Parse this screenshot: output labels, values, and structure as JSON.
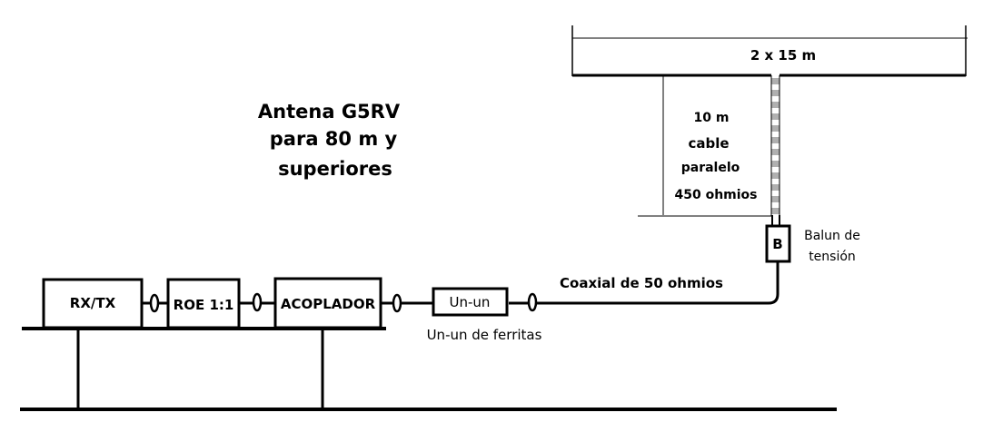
{
  "title": {
    "line1": "Antena G5RV",
    "line2": "para 80 m y",
    "line3": "superiores"
  },
  "antenna": {
    "dipole_label": "2 x 15 m"
  },
  "feeder": {
    "line1": "10 m",
    "line2": "cable",
    "line3": "paralelo",
    "line4": "450 ohmios"
  },
  "balun": {
    "box_label": "B",
    "label_line1": "Balun de",
    "label_line2": "tensión"
  },
  "coax": {
    "label": "Coaxial de 50 ohmios"
  },
  "unun": {
    "box_label": "Un-un",
    "caption": "Un-un de ferritas"
  },
  "equipment": {
    "rxtx": "RX/TX",
    "swr": "ROE 1:1",
    "tuner": "ACOPLADOR"
  },
  "colors": {
    "line": "#000000",
    "feeder_dash": "#b0b0b0"
  }
}
